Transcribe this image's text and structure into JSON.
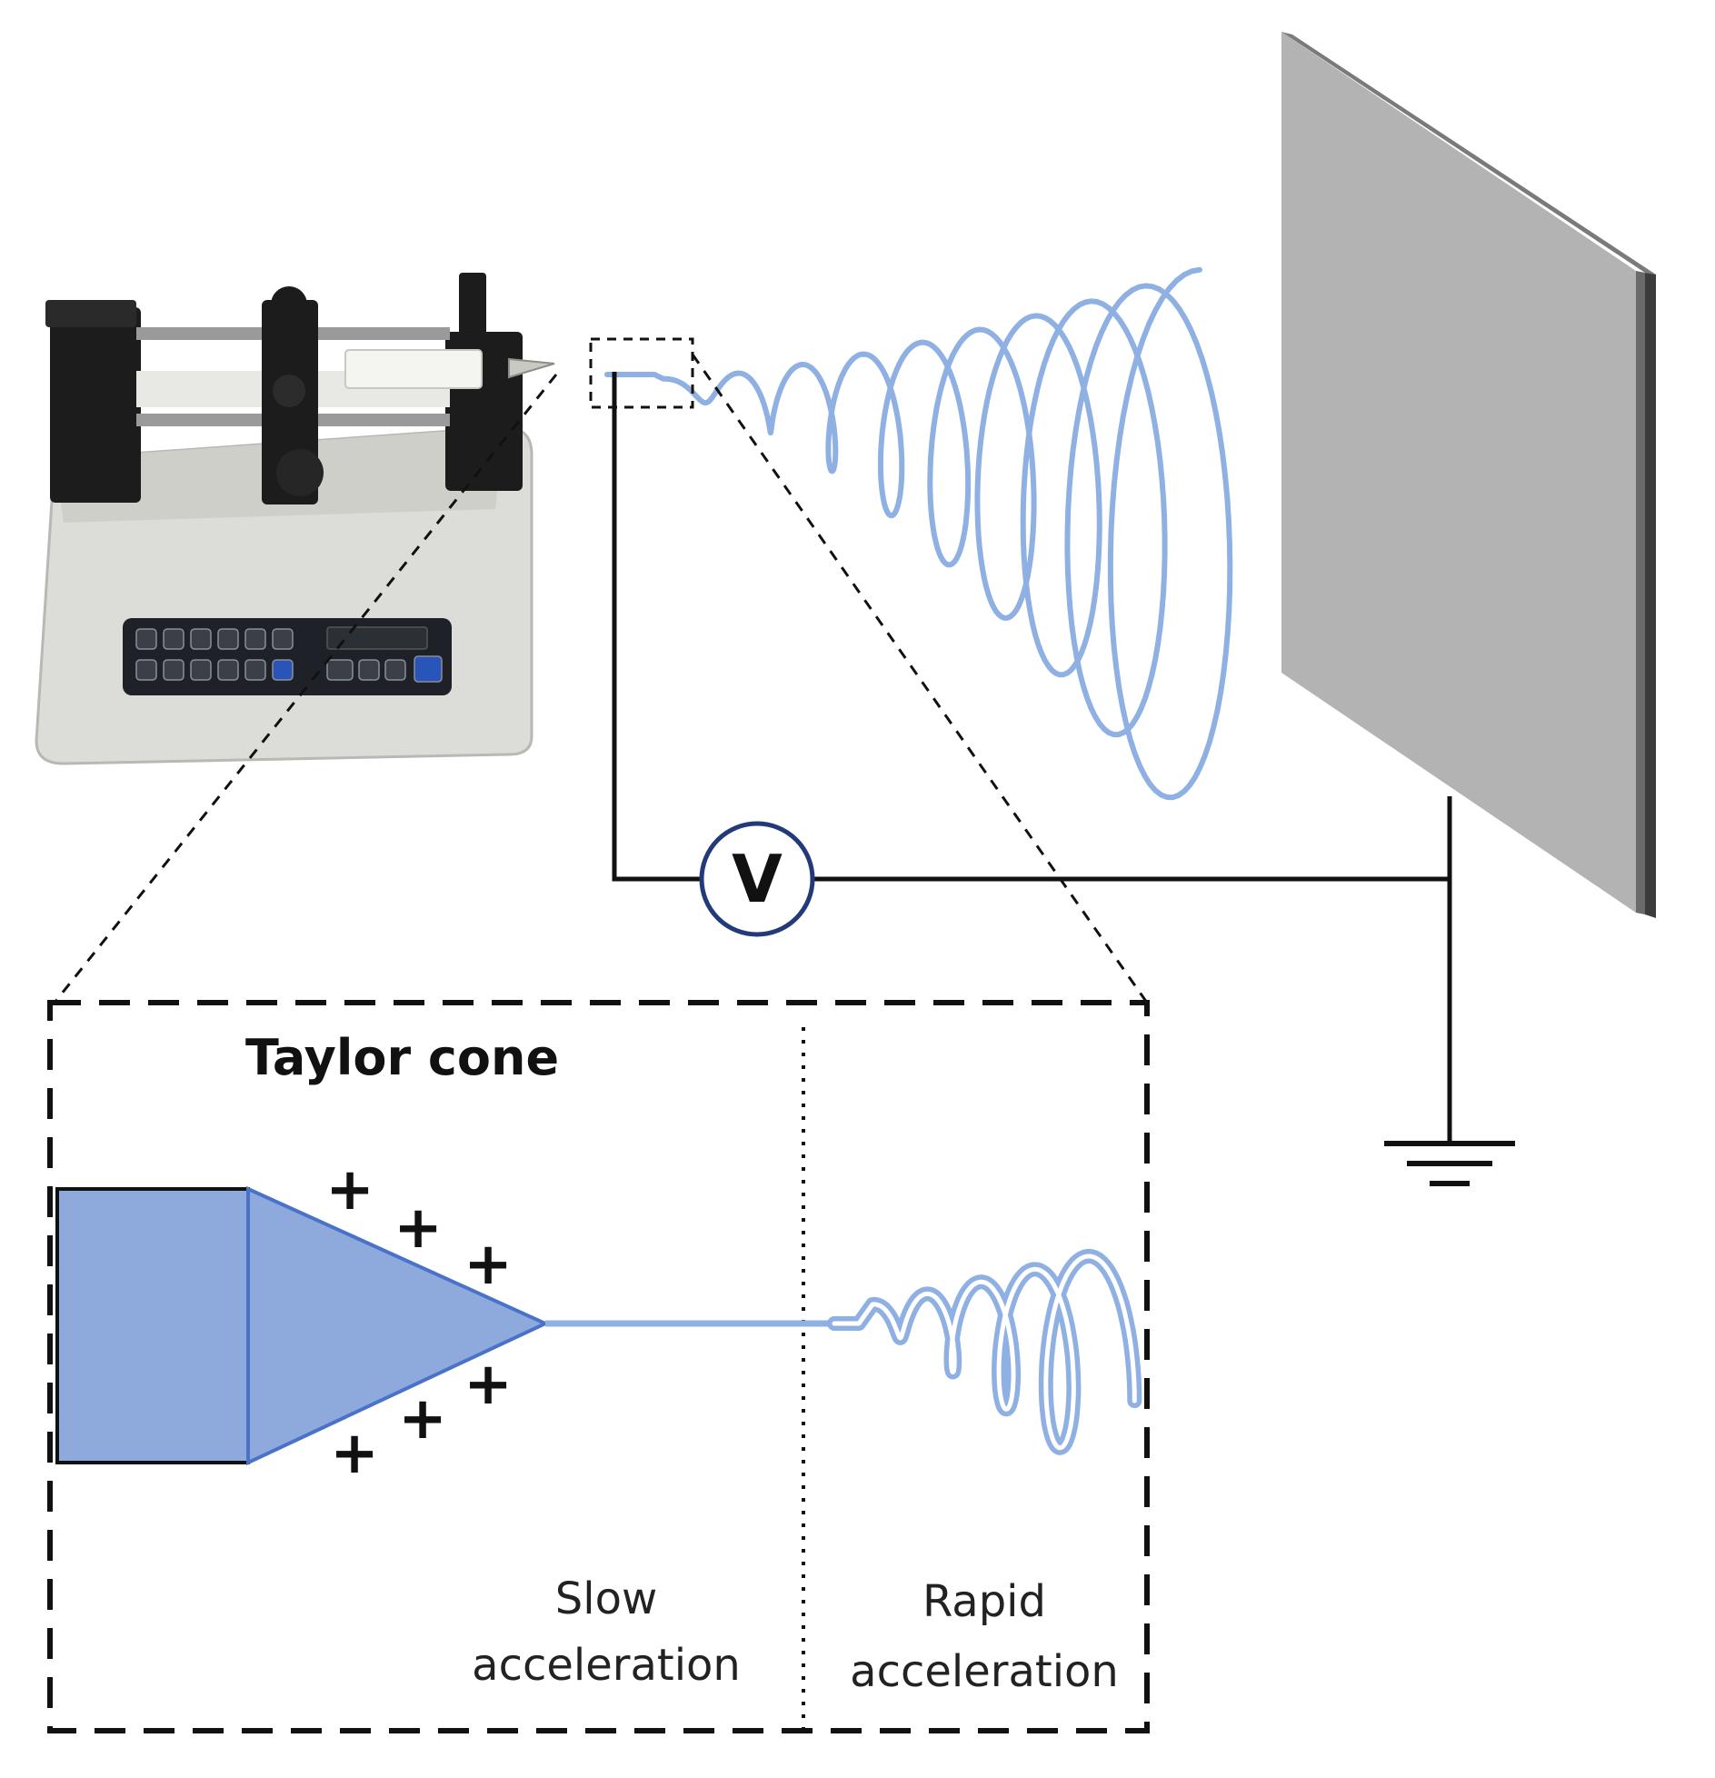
{
  "colors": {
    "fiber": "#8fb0e2",
    "cone_fill": "#8eaadd",
    "cone_edge": "#4a72c8",
    "wire": "#111111",
    "voltmeter_ring": "#233a7a",
    "collector_face": "#b3b3b3",
    "collector_edge": "#5b5b5b",
    "pump_body": "#dcdcd8",
    "pump_black": "#1c1c1c",
    "charge": "#0f1a3a"
  },
  "icons": {
    "syringe_pump": "syringe-pump-icon",
    "collector": "collector-plate-icon",
    "voltmeter": "voltage-source-icon",
    "ground": "ground-symbol-icon"
  },
  "labels": {
    "voltmeter": "V",
    "taylor_cone": "Taylor cone",
    "slow_line1": "Slow",
    "slow_line2": "acceleration",
    "rapid_line1": "Rapid",
    "rapid_line2": "acceleration"
  },
  "charges": {
    "symbol": "+",
    "count_upper": 3,
    "count_lower": 3
  }
}
